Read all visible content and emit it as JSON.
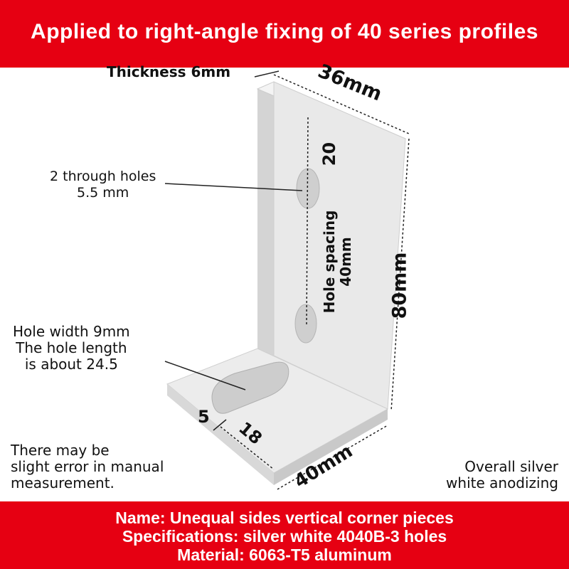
{
  "header": {
    "title": "Applied to right-angle fixing of 40 series profiles"
  },
  "labels": {
    "thickness": "Thickness 6mm",
    "width_top": "36mm",
    "hole_offset": "20",
    "through_holes_line1": "2 through holes",
    "through_holes_line2": "5.5 mm",
    "hole_spacing_line1": "Hole spacing",
    "hole_spacing_line2": "40mm",
    "height": "80mm",
    "slot_line1": "Hole width 9mm",
    "slot_line2": "The hole length",
    "slot_line3": "is about 24.5",
    "slot_edge": "5",
    "slot_offset": "18",
    "base_length": "40mm",
    "note_line1": "There may be",
    "note_line2": "slight error in manual",
    "note_line3": "measurement.",
    "finish_line1": "Overall silver",
    "finish_line2": "white anodizing"
  },
  "footer": {
    "name": "Name: Unequal sides vertical corner pieces",
    "spec": "Specifications: silver white 4040B-3 holes",
    "material": "Material: 6063-T5 aluminum"
  },
  "colors": {
    "brand_red": "#e60012"
  }
}
